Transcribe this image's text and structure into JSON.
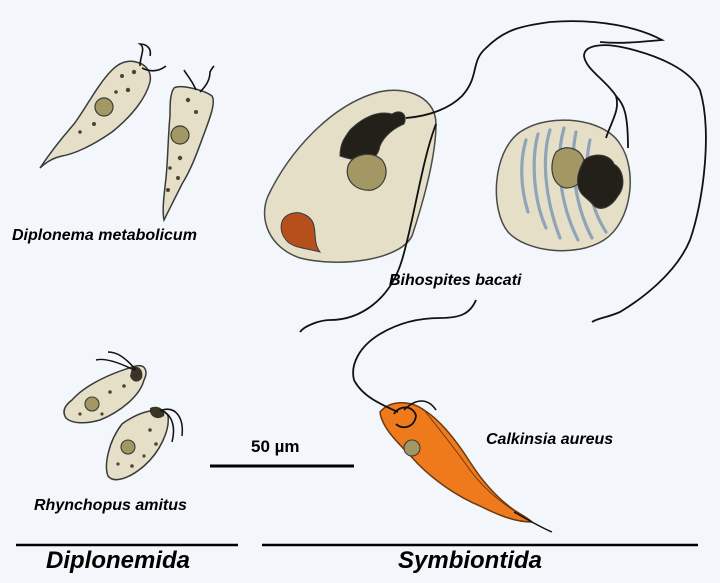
{
  "species": {
    "diplonema_metabolicum": "Diplonema metabolicum",
    "bihospites_bacati": "Bihospites bacati",
    "rhynchopus_amitus": "Rhynchopus amitus",
    "calkinsia_aureus": "Calkinsia aureus"
  },
  "scale_bar": {
    "label": "50 µm"
  },
  "groups": {
    "diplonemida": "Diplonemida",
    "symbiontida": "Symbiontida"
  },
  "colors": {
    "background": "#f3f6fb",
    "cell_fill": "#e5dfc8",
    "nucleus": "#a39863",
    "granule": "#4a4431",
    "dark_body": "#222018",
    "rust_body": "#b5501d",
    "calkinsia_orange": "#ee7a1c",
    "bacteria_stripes": "#8fa4b8"
  }
}
